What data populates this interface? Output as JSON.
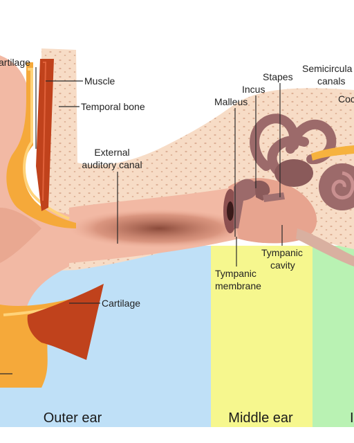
{
  "zones": {
    "outer": {
      "label": "Outer ear",
      "color": "#bfe0f7"
    },
    "middle": {
      "label": "Middle ear",
      "color": "#f6f78e"
    },
    "inner": {
      "label": "I",
      "color": "#b9f2b3"
    }
  },
  "labels": {
    "cartilage_top": "artilage",
    "muscle": "Muscle",
    "temporal_bone": "Temporal bone",
    "external_canal_1": "External",
    "external_canal_2": "auditory canal",
    "cartilage_bottom": "Cartilage",
    "malleus": "Malleus",
    "incus": "Incus",
    "stapes": "Stapes",
    "semicircular_1": "Semicircula",
    "semicircular_2": "canals",
    "cochlea": "Coc",
    "tympanic_membrane_1": "Tympanic",
    "tympanic_membrane_2": "membrane",
    "tympanic_cavity_1": "Tympanic",
    "tympanic_cavity_2": "cavity"
  },
  "colors": {
    "skin": "#f2b9a4",
    "skin_dark": "#e39c86",
    "cartilage": "#f5a93a",
    "cartilage_light": "#ffd37a",
    "bone": "#f7dcc6",
    "bone_dots": "#e0b49a",
    "muscle": "#c0421c",
    "ossicle": "#9c6a6a",
    "canal_shadow": "#8a4a3a",
    "nerve": "#f6b23e"
  }
}
